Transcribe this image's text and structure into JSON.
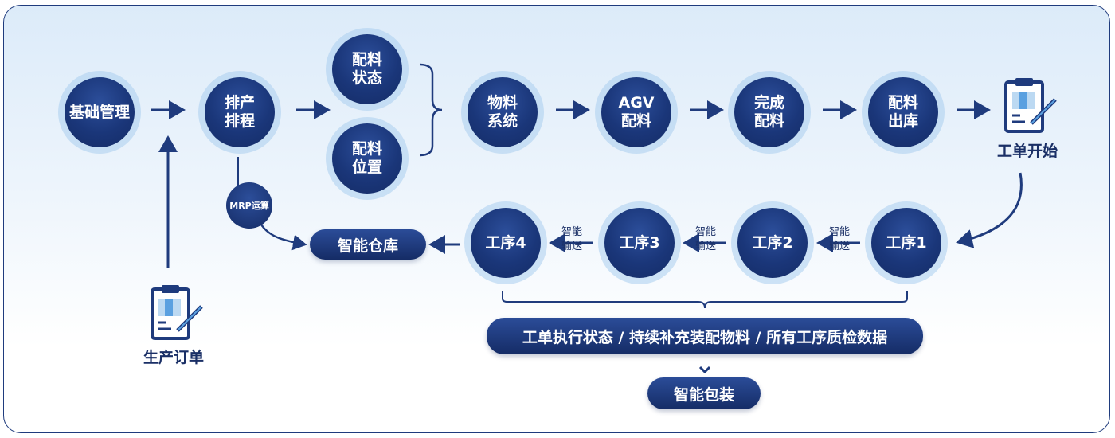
{
  "nodes": {
    "basic_management": "基础管理",
    "scheduling": "排产\n排程",
    "material_status": "配料\n状态",
    "material_location": "配料\n位置",
    "material_system": "物料\n系统",
    "agv_batching": "AGV\n配料",
    "complete_batching": "完成\n配料",
    "batching_outbound": "配料\n出库",
    "process4": "工序4",
    "process3": "工序3",
    "process2": "工序2",
    "process1": "工序1"
  },
  "labels": {
    "work_order_start": "工单开始",
    "production_order": "生产订单",
    "mrp": "MRP运算",
    "smart_transport": "智能\n输送"
  },
  "pills": {
    "smart_warehouse": "智能仓库",
    "execution_status": "工单执行状态 / 持续补充装配物料 / 所有工序质检数据",
    "smart_packaging": "智能包装"
  },
  "icons": [
    "clipboard-icon",
    "arrow-icon",
    "brace-icon",
    "chevron-down-icon"
  ],
  "colors": {
    "primary": "#1a3679",
    "halo": "#aacdee",
    "line": "#1f3b7d"
  }
}
